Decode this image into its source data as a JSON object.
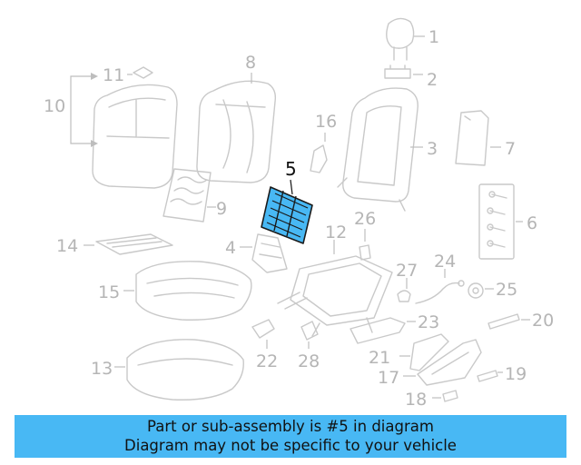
{
  "diagram": {
    "labels": {
      "n1": "1",
      "n2": "2",
      "n3": "3",
      "n4": "4",
      "n5": "5",
      "n6": "6",
      "n7": "7",
      "n8": "8",
      "n9": "9",
      "n10": "10",
      "n11": "11",
      "n12": "12",
      "n13": "13",
      "n14": "14",
      "n15": "15",
      "n16": "16",
      "n17": "17",
      "n18": "18",
      "n19": "19",
      "n20": "20",
      "n21": "21",
      "n22": "22",
      "n23": "23",
      "n24": "24",
      "n25": "25",
      "n26": "26",
      "n27": "27",
      "n28": "28"
    },
    "highlighted_part": "5",
    "colors": {
      "highlight_fill": "#48b8f4",
      "banner": "#48b8f4",
      "parts": "#c9c9c9"
    }
  },
  "banner": {
    "line1": "Part or sub-assembly is #5 in diagram",
    "line2": "Diagram may not be specific to your vehicle"
  }
}
